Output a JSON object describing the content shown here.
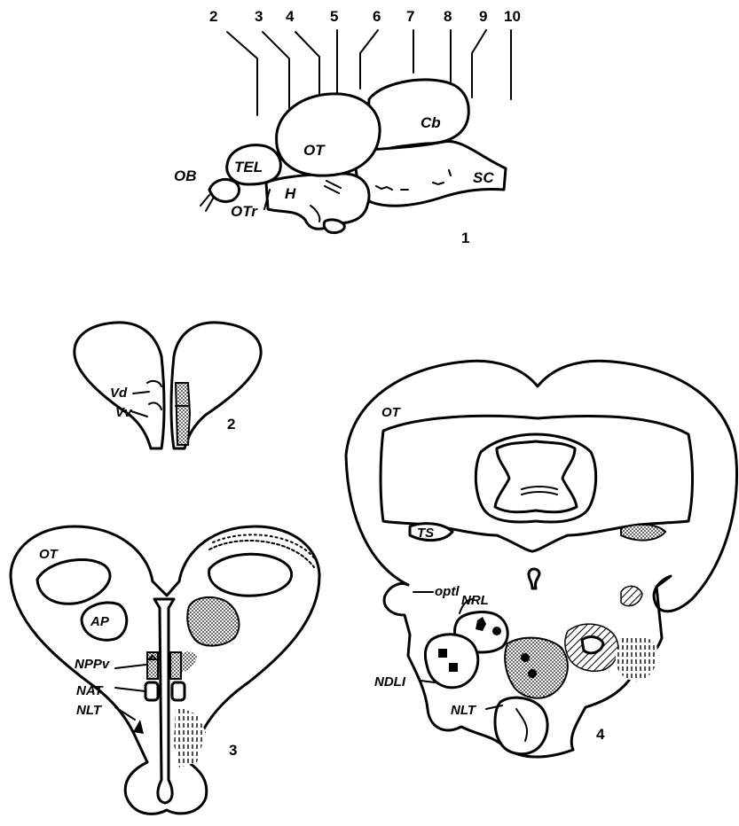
{
  "panel1": {
    "section_numbers": [
      "2",
      "3",
      "4",
      "5",
      "6",
      "7",
      "8",
      "9",
      "10"
    ],
    "labels": {
      "OT": "OT",
      "Cb": "Cb",
      "TEL": "TEL",
      "OB": "OB",
      "H": "H",
      "SC": "SC",
      "OTr": "OTr"
    },
    "panel_number": "1"
  },
  "panel2": {
    "labels": {
      "Vd": "Vd",
      "Vv": "Vv"
    },
    "panel_number": "2"
  },
  "panel3": {
    "labels": {
      "OT": "OT",
      "AP": "AP",
      "NPPv": "NPPv",
      "NAT": "NAT",
      "NLT": "NLT"
    },
    "panel_number": "3"
  },
  "panel4": {
    "labels": {
      "OT": "OT",
      "TS": "TS",
      "optl": "optl",
      "NRL": "NRL",
      "NDLI": "NDLI",
      "NLT": "NLT"
    },
    "panel_number": "4"
  },
  "colors": {
    "ink": "#000000",
    "paper": "#ffffff"
  }
}
